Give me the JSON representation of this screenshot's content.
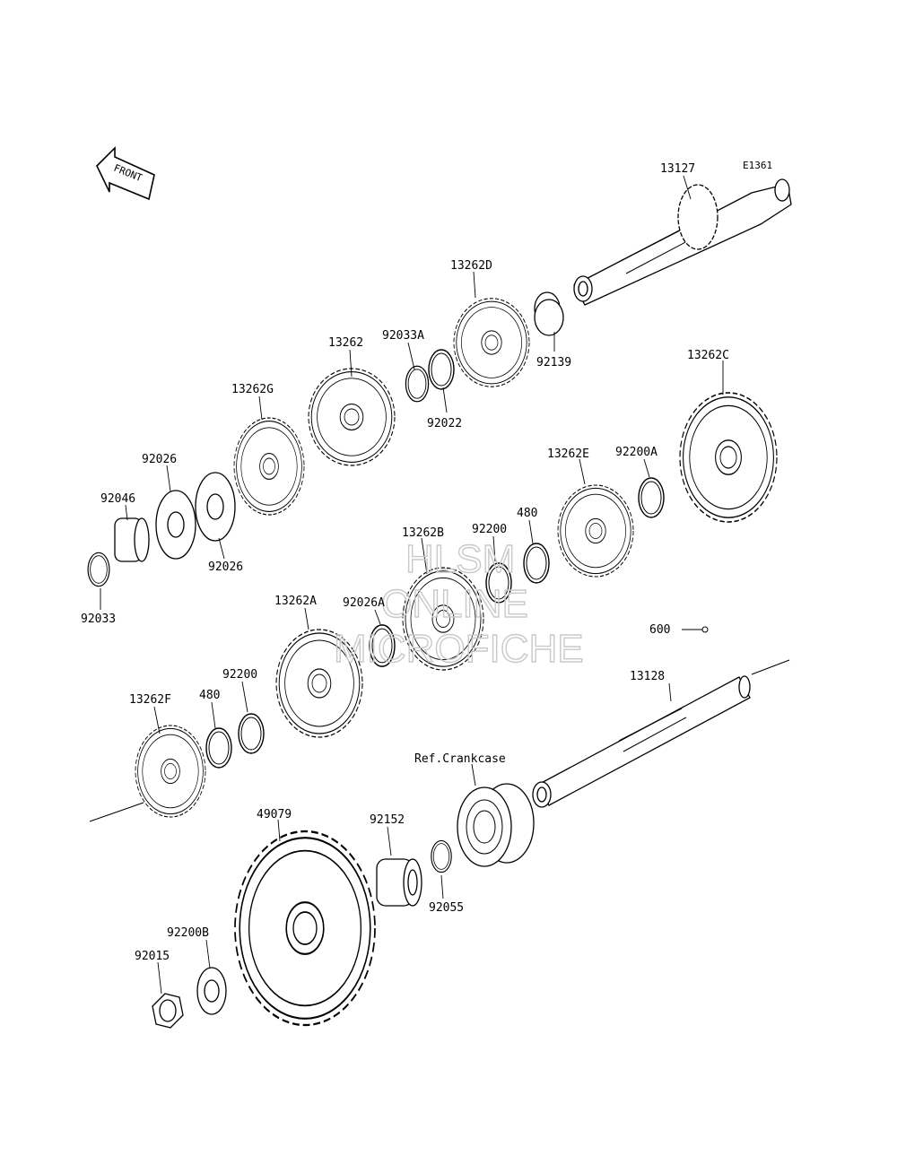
{
  "diagram": {
    "code": "E1361",
    "front_arrow": "FRONT",
    "watermark": [
      "HLSM",
      "ONLINE",
      "MICROFICHE"
    ],
    "ref_note": "Ref.Crankcase",
    "parts": [
      {
        "id": "p-13127",
        "label": "13127"
      },
      {
        "id": "p-13262D",
        "label": "13262D"
      },
      {
        "id": "p-92139",
        "label": "92139"
      },
      {
        "id": "p-13262",
        "label": "13262"
      },
      {
        "id": "p-92033A",
        "label": "92033A"
      },
      {
        "id": "p-92022",
        "label": "92022"
      },
      {
        "id": "p-13262C",
        "label": "13262C"
      },
      {
        "id": "p-13262G",
        "label": "13262G"
      },
      {
        "id": "p-92026-a",
        "label": "92026"
      },
      {
        "id": "p-92026-b",
        "label": "92026"
      },
      {
        "id": "p-92046",
        "label": "92046"
      },
      {
        "id": "p-92033",
        "label": "92033"
      },
      {
        "id": "p-13262E",
        "label": "13262E"
      },
      {
        "id": "p-92200A",
        "label": "92200A"
      },
      {
        "id": "p-480-a",
        "label": "480"
      },
      {
        "id": "p-92200-a",
        "label": "92200"
      },
      {
        "id": "p-13262B",
        "label": "13262B"
      },
      {
        "id": "p-92026A",
        "label": "92026A"
      },
      {
        "id": "p-13262A",
        "label": "13262A"
      },
      {
        "id": "p-600",
        "label": "600"
      },
      {
        "id": "p-13128",
        "label": "13128"
      },
      {
        "id": "p-92200-b",
        "label": "92200"
      },
      {
        "id": "p-480-b",
        "label": "480"
      },
      {
        "id": "p-13262F",
        "label": "13262F"
      },
      {
        "id": "p-49079",
        "label": "49079"
      },
      {
        "id": "p-92152",
        "label": "92152"
      },
      {
        "id": "p-92055",
        "label": "92055"
      },
      {
        "id": "p-92200B",
        "label": "92200B"
      },
      {
        "id": "p-92015",
        "label": "92015"
      }
    ]
  }
}
